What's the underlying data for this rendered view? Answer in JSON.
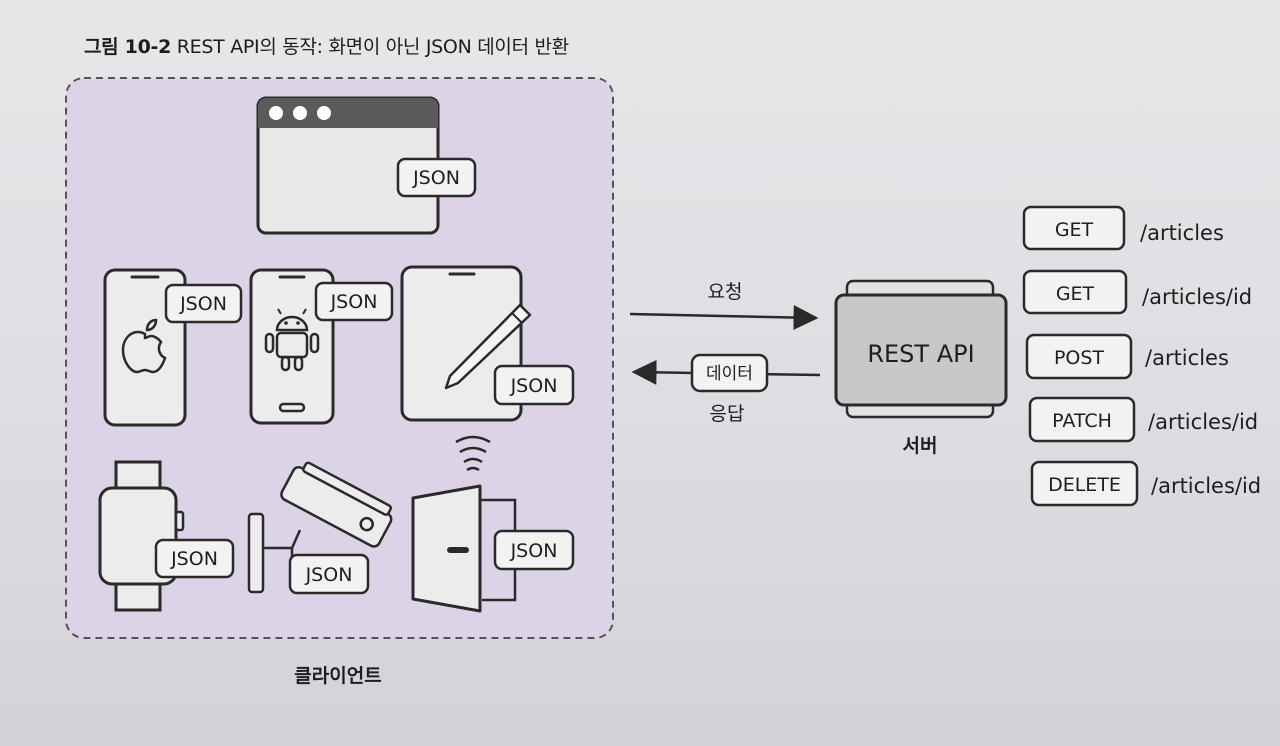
{
  "figure": {
    "number": "그림 10-2",
    "title": "REST API의 동작: 화면이 아닌 JSON 데이터 반환"
  },
  "client": {
    "label": "클라이언트",
    "json_tag": "JSON",
    "devices": [
      {
        "name": "web-browser",
        "tag": "JSON"
      },
      {
        "name": "iphone",
        "tag": "JSON"
      },
      {
        "name": "android-phone",
        "tag": "JSON"
      },
      {
        "name": "tablet",
        "tag": "JSON"
      },
      {
        "name": "smartwatch",
        "tag": "JSON"
      },
      {
        "name": "cctv-camera",
        "tag": "JSON"
      },
      {
        "name": "smart-door",
        "tag": "JSON"
      }
    ]
  },
  "flow": {
    "request": "요청",
    "response_data": "데이터",
    "response": "응답"
  },
  "server": {
    "name": "REST API",
    "label": "서버"
  },
  "endpoints": [
    {
      "method": "GET",
      "path": "/articles"
    },
    {
      "method": "GET",
      "path": "/articles/id"
    },
    {
      "method": "POST",
      "path": "/articles"
    },
    {
      "method": "PATCH",
      "path": "/articles/id"
    },
    {
      "method": "DELETE",
      "path": "/articles/id"
    }
  ],
  "colors": {
    "client_bg": "#dcd4e6",
    "server_fill": "#c8c8c8",
    "line": "#2a2a2a"
  }
}
